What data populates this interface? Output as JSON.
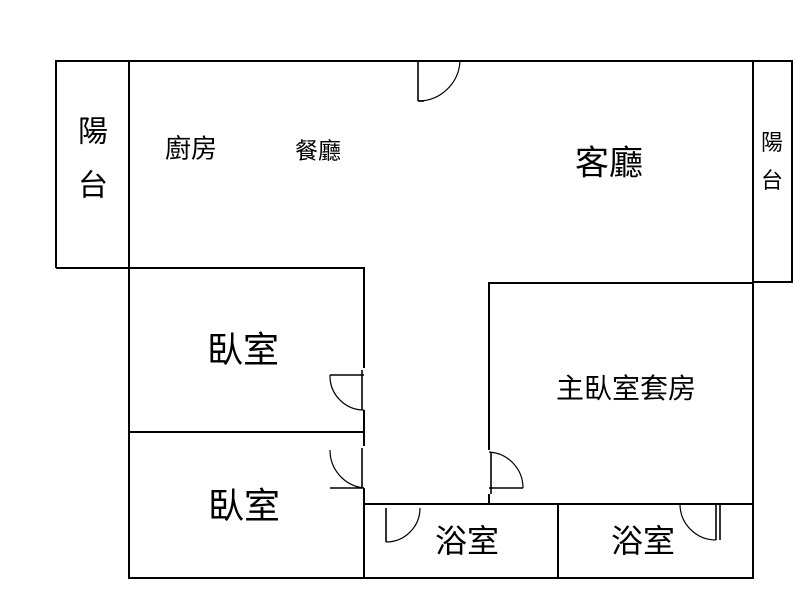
{
  "rooms": {
    "balcony_left": {
      "line1": "陽",
      "line2": "台"
    },
    "kitchen": "廚房",
    "dining": "餐廳",
    "living": "客廳",
    "balcony_right": {
      "line1": "陽",
      "line2": "台"
    },
    "bedroom_1": "臥室",
    "bedroom_2": "臥室",
    "master_suite": "主臥室套房",
    "bathroom_1": "浴室",
    "bathroom_2": "浴室"
  },
  "colors": {
    "wall": "#000000",
    "background": "#ffffff",
    "text": "#000000"
  }
}
